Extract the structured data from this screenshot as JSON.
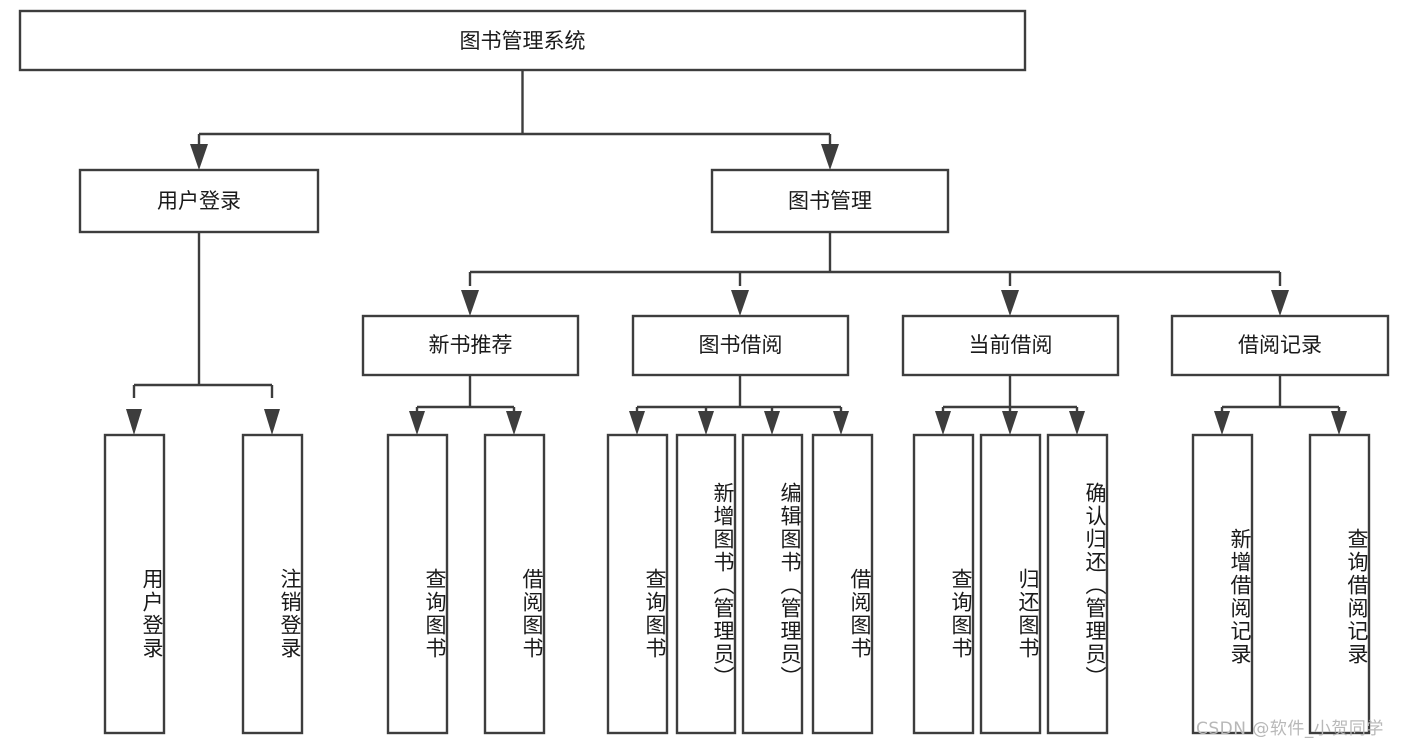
{
  "diagram": {
    "type": "tree-hierarchy",
    "title": "图书管理系统",
    "orientation": "top-down",
    "colors": {
      "box_stroke": "#3d3d3d",
      "box_fill": "#ffffff",
      "connector": "#3d3d3d",
      "text": "#1a1a1a",
      "background": "#ffffff",
      "watermark": "#b8b8b8"
    },
    "root": {
      "id": "root",
      "label": "图书管理系统"
    },
    "level2": [
      {
        "id": "user-login",
        "label": "用户登录"
      },
      {
        "id": "book-management",
        "label": "图书管理"
      }
    ],
    "level3": [
      {
        "id": "new-book-recommend",
        "label": "新书推荐",
        "parent": "book-management"
      },
      {
        "id": "book-borrow",
        "label": "图书借阅",
        "parent": "book-management"
      },
      {
        "id": "current-borrow",
        "label": "当前借阅",
        "parent": "book-management"
      },
      {
        "id": "borrow-record",
        "label": "借阅记录",
        "parent": "book-management"
      }
    ],
    "leaves": {
      "user-login": [
        {
          "id": "leaf-user-login",
          "label": "用户登录"
        },
        {
          "id": "leaf-logout-login",
          "label": "注销登录"
        }
      ],
      "new-book-recommend": [
        {
          "id": "leaf-query-book-1",
          "label": "查询图书"
        },
        {
          "id": "leaf-borrow-book-1",
          "label": "借阅图书"
        }
      ],
      "book-borrow": [
        {
          "id": "leaf-query-book-2",
          "label": "查询图书"
        },
        {
          "id": "leaf-add-book",
          "label": "新增图书（管理员）"
        },
        {
          "id": "leaf-edit-book",
          "label": "编辑图书（管理员）"
        },
        {
          "id": "leaf-borrow-book-2",
          "label": "借阅图书"
        }
      ],
      "current-borrow": [
        {
          "id": "leaf-query-book-3",
          "label": "查询图书"
        },
        {
          "id": "leaf-return-book",
          "label": "归还图书"
        },
        {
          "id": "leaf-confirm-return",
          "label": "确认归还（管理员）"
        }
      ],
      "borrow-record": [
        {
          "id": "leaf-add-record",
          "label": "新增借阅记录"
        },
        {
          "id": "leaf-query-record",
          "label": "查询借阅记录"
        }
      ]
    }
  },
  "watermark": {
    "text": "CSDN @软件_小贺同学"
  }
}
